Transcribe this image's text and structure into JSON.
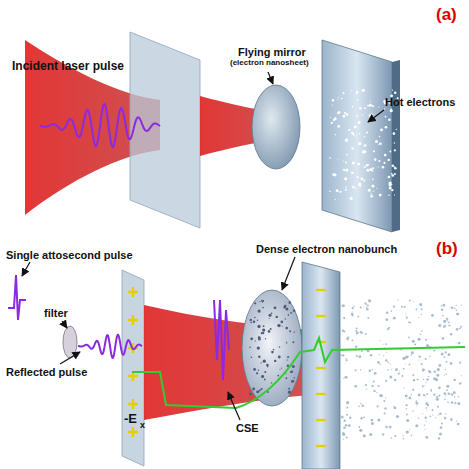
{
  "diagram": {
    "labels": [
      "(a)",
      "Incident laser pulse",
      "Flying mirror",
      "(electron nanosheet)",
      "Hot electrons",
      "(b)",
      "Single attosecond pulse",
      "filter",
      "Reflected pulse",
      "Dense electron nanobunch",
      "CSE",
      "-E",
      "x"
    ]
  }
}
